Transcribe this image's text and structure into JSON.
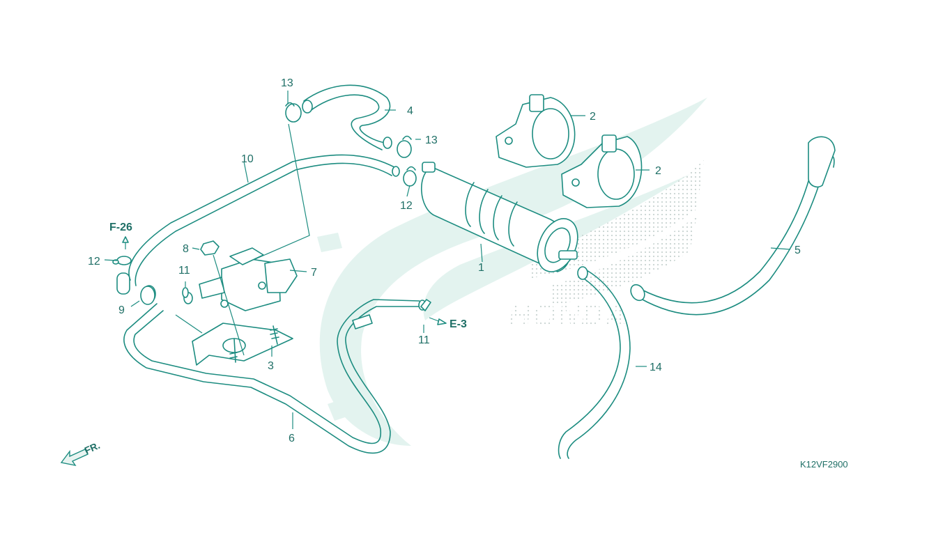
{
  "diagram": {
    "callouts": [
      "1",
      "2",
      "2",
      "3",
      "4",
      "5",
      "6",
      "7",
      "8",
      "9",
      "10",
      "11",
      "11",
      "12",
      "12",
      "13",
      "13",
      "14"
    ],
    "references": {
      "upper": "F-26",
      "right": "E-3"
    },
    "direction_label": "FR.",
    "figure_code": "K12VF2900",
    "colors": {
      "line": "#1c8c80",
      "text": "#1f6f66",
      "watermark": "#e3f3ef"
    }
  }
}
